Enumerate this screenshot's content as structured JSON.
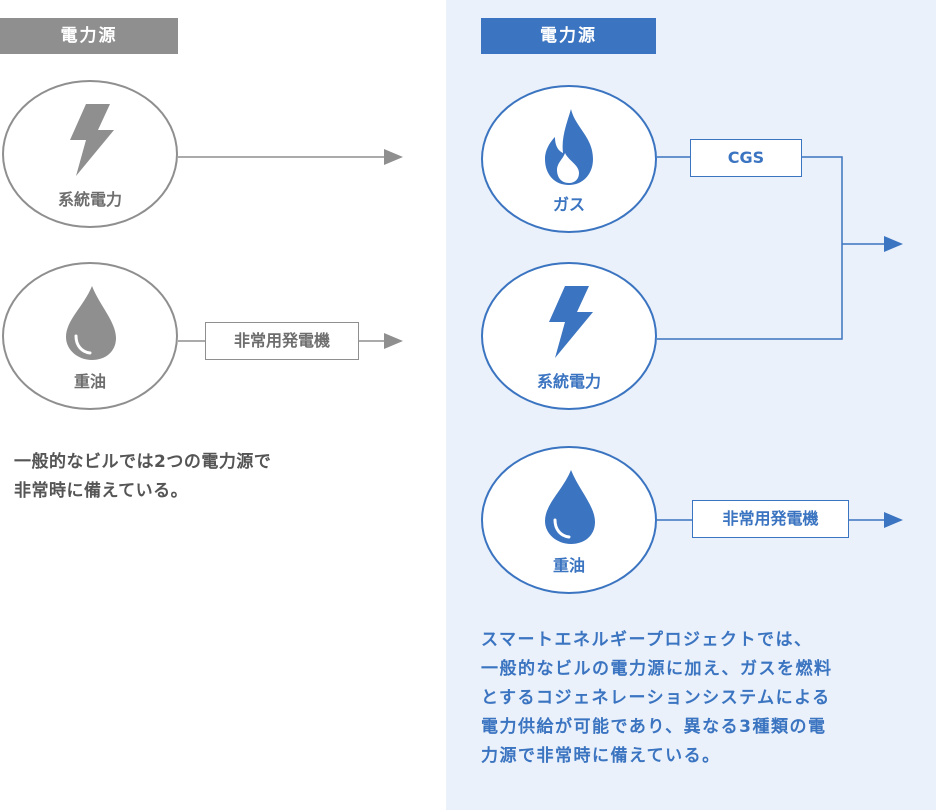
{
  "left": {
    "header": "電力源",
    "sources": [
      {
        "label": "系統電力",
        "icon": "lightning-icon"
      },
      {
        "label": "重油",
        "icon": "oil-drop-icon"
      }
    ],
    "generator_label": "非常用発電機",
    "note_lines": [
      "一般的なビルでは2つの電力源で",
      "非常時に備えている。"
    ]
  },
  "right": {
    "header": "電力源",
    "sources": [
      {
        "label": "ガス",
        "icon": "flame-icon"
      },
      {
        "label": "系統電力",
        "icon": "lightning-icon"
      },
      {
        "label": "重油",
        "icon": "oil-drop-icon"
      }
    ],
    "cgs_label": "CGS",
    "generator_label": "非常用発電機",
    "note_lines": [
      "スマートエネルギープロジェクトでは、",
      "一般的なビルの電力源に加え、ガスを燃料",
      "とするコジェネレーションシステムによる",
      "電力供給が可能であり、異なる3種類の電",
      "力源で非常時に備えている。"
    ]
  },
  "colors": {
    "gray": "#8f8f8f",
    "blue": "#3b74c0",
    "panel": "#eaf1fb"
  }
}
